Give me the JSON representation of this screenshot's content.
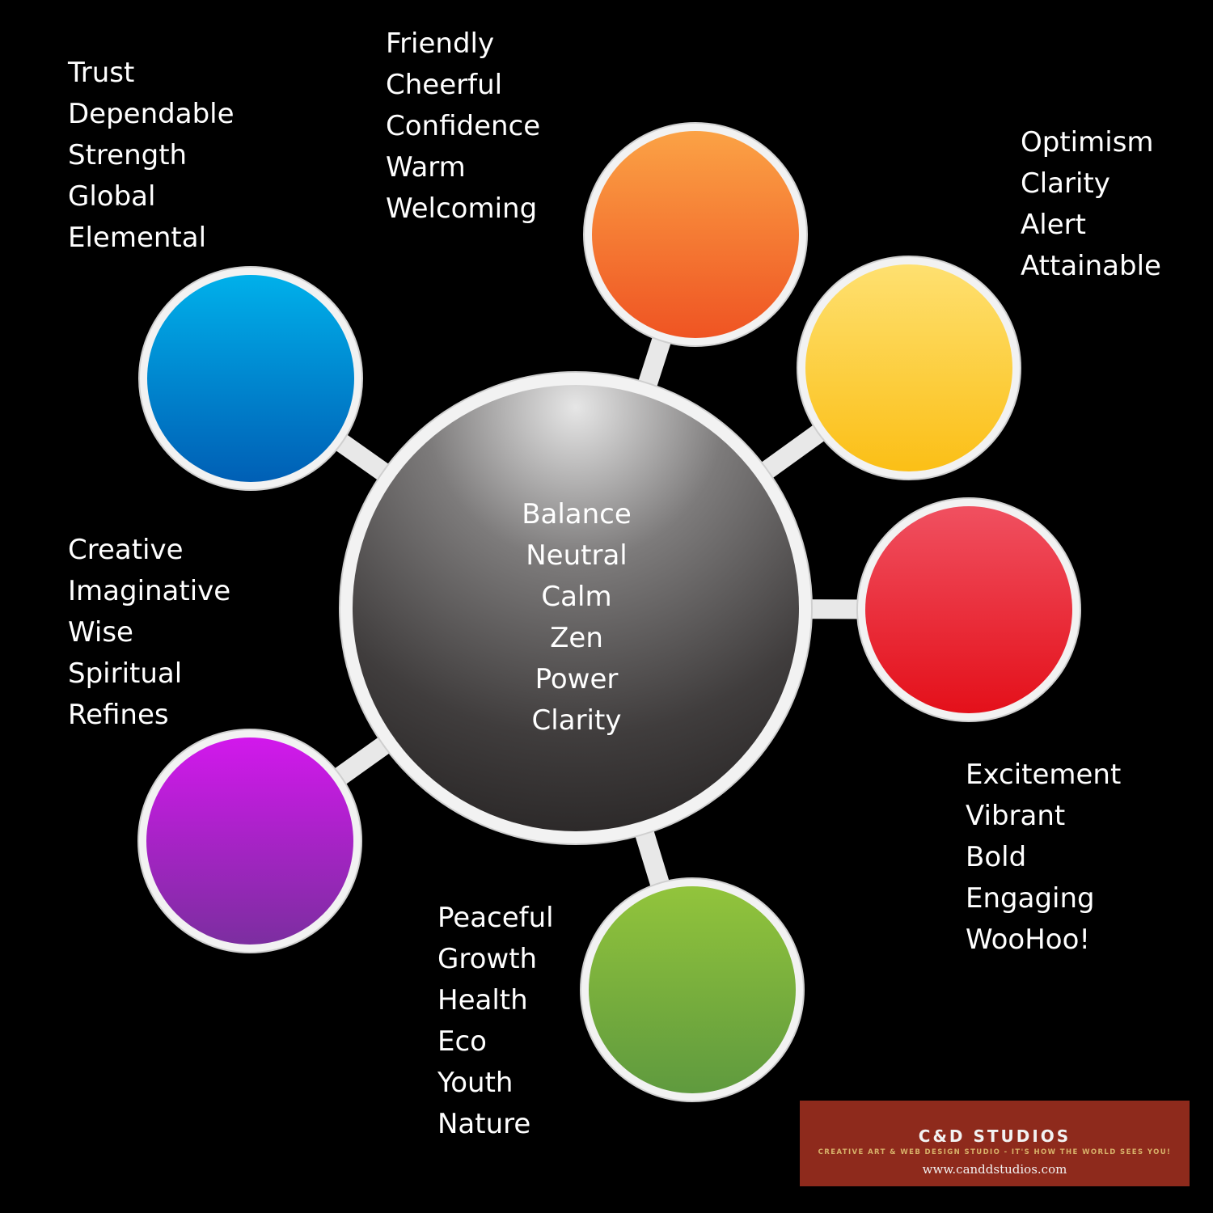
{
  "diagram": {
    "center": {
      "words": [
        "Balance",
        "Neutral",
        "Calm",
        "Zen",
        "Power",
        "Clarity"
      ]
    },
    "nodes": [
      {
        "id": "blue",
        "color": "#0a7fd0",
        "words": [
          "Trust",
          "Dependable",
          "Strength",
          "Global",
          "Elemental"
        ]
      },
      {
        "id": "orange",
        "color": "#f46b2c",
        "words": [
          "Friendly",
          "Cheerful",
          "Confidence",
          "Warm",
          "Welcoming"
        ]
      },
      {
        "id": "yellow",
        "color": "#fcc92c",
        "words": [
          "Optimism",
          "Clarity",
          "Alert",
          "Attainable"
        ]
      },
      {
        "id": "red",
        "color": "#e8212a",
        "words": [
          "Excitement",
          "Vibrant",
          "Bold",
          "Engaging",
          "WooHoo!"
        ]
      },
      {
        "id": "green",
        "color": "#6ea83a",
        "words": [
          "Peaceful",
          "Growth",
          "Health",
          "Eco",
          "Youth",
          "Nature"
        ]
      },
      {
        "id": "purple",
        "color": "#a72bcc",
        "words": [
          "Creative",
          "Imaginative",
          "Wise",
          "Spiritual",
          "Refines"
        ]
      }
    ]
  },
  "brand": {
    "name": "C&D STUDIOS",
    "tagline": "CREATIVE ART & WEB DESIGN STUDIO - IT'S HOW THE WORLD SEES YOU!",
    "url": "www.canddstudios.com",
    "color": "#8e2a1c"
  }
}
